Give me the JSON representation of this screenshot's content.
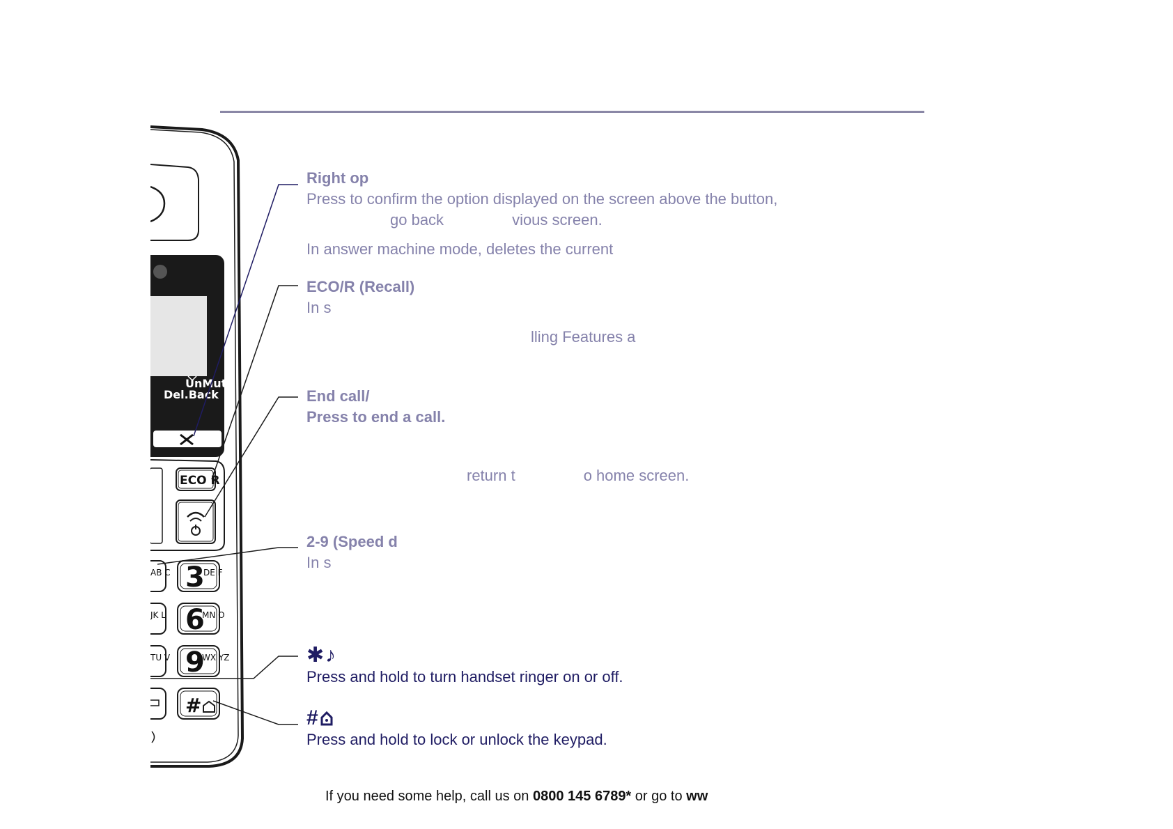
{
  "phone": {
    "softkey_line1": "UnMute",
    "softkey_line2": "Del.Back",
    "eco_key": "ECO R",
    "key_3": "3",
    "key_3_letters": "DE F",
    "key_6": "6",
    "key_6_letters": "MN O",
    "key_9": "9",
    "key_9_letters": "WX YZ",
    "key_left_1": "AB C",
    "key_left_2": "JK L",
    "key_left_3": "TU V",
    "end_call_icon": "end-call-power-icon",
    "hash_key_icon": "hash-lock-icon",
    "clear_icon": "x-icon"
  },
  "sections": {
    "right_option": {
      "heading": "Right op",
      "line1": "Press to confirm the option displayed on the screen above the button,",
      "line2a": "go back",
      "line2b": "vious screen.",
      "line3": "In answer machine mode, deletes the current"
    },
    "eco_recall": {
      "heading": "ECO/R (Recall)",
      "line1": "In s",
      "line2": "lling Features a"
    },
    "end_call": {
      "heading": "End call/",
      "line1": "Press to end a call.",
      "line2a": "return t",
      "line2b": "o home screen."
    },
    "speed_dial": {
      "heading": "2-9 (Speed d",
      "line1": "In s"
    },
    "star": {
      "symbol": "✱♪",
      "text": "Press and hold to turn handset ringer on or off."
    },
    "hash": {
      "symbol": "#",
      "text": "Press and hold to lock or unlock the keypad."
    }
  },
  "footer": {
    "prefix": "If you need some help, call us on ",
    "phone": "0800 145 6789*",
    "middle": " or go to ",
    "suffix": "ww"
  }
}
